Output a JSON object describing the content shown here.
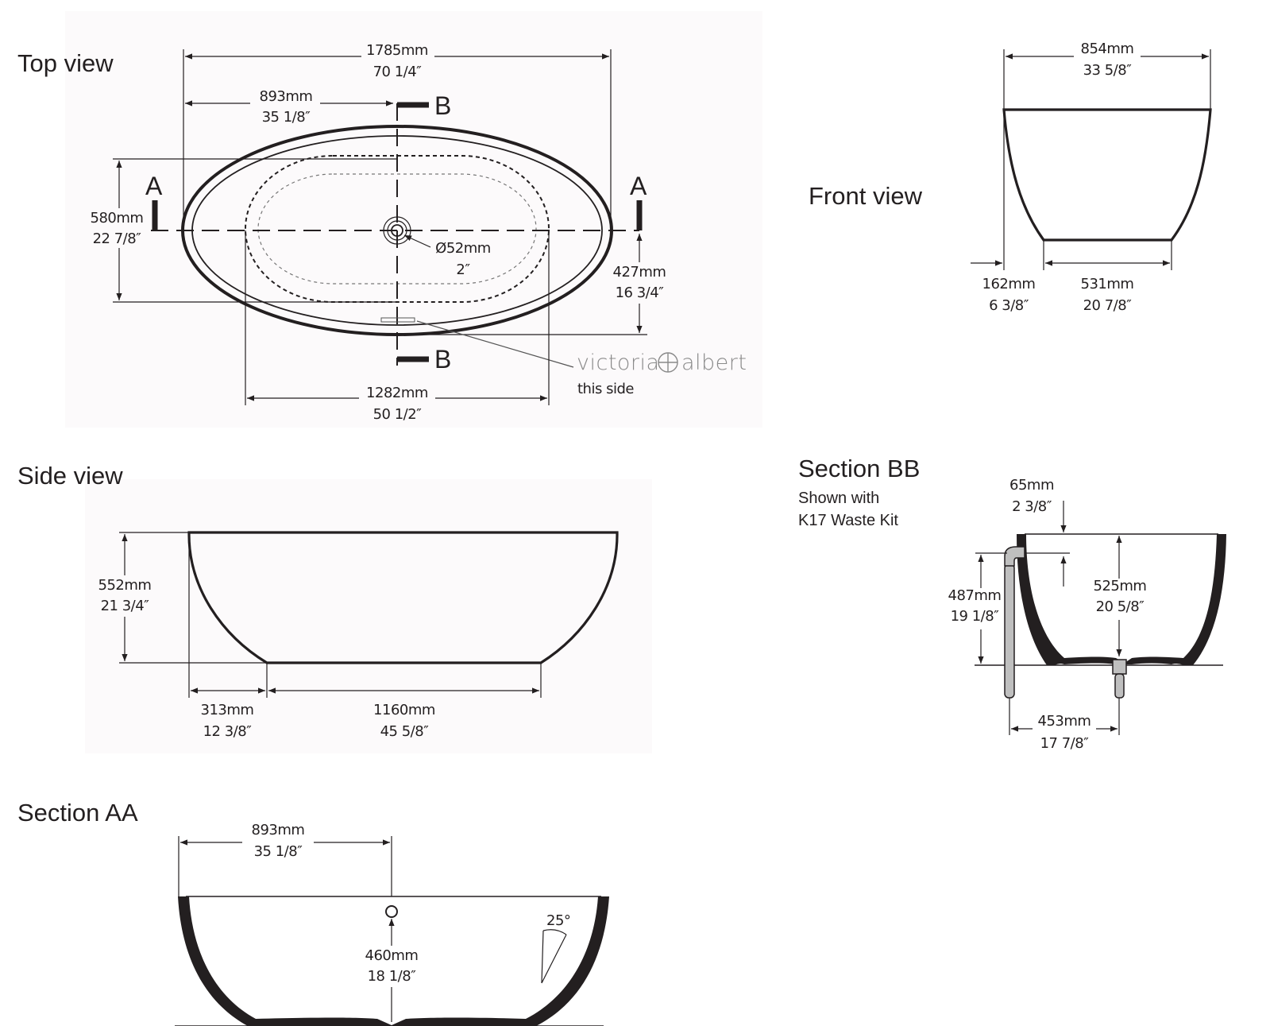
{
  "headings": {
    "top_view": "Top view",
    "front_view": "Front view",
    "side_view": "Side view",
    "section_bb": "Section BB",
    "section_bb_note_1": "Shown with",
    "section_bb_note_2": "K17 Waste Kit",
    "section_aa": "Section AA"
  },
  "top_view": {
    "overall_length": {
      "mm": "1785mm",
      "in": "70 1/4″"
    },
    "half_length": {
      "mm": "893mm",
      "in": "35 1/8″"
    },
    "width": {
      "mm": "580mm",
      "in": "22 7/8″"
    },
    "waste": {
      "mm": "Ø52mm",
      "in": "2″"
    },
    "waste_offset": {
      "mm": "427mm",
      "in": "16 3/4″"
    },
    "inner_length": {
      "mm": "1282mm",
      "in": "50 1/2″"
    },
    "section_a": "A",
    "section_b": "B",
    "brand_left": "victoria",
    "brand_right": "albert",
    "brand_note": "this side"
  },
  "front_view": {
    "width": {
      "mm": "854mm",
      "in": "33 5/8″"
    },
    "overhang": {
      "mm": "162mm",
      "in": "6  3/8″"
    },
    "base": {
      "mm": "531mm",
      "in": "20 7/8″"
    }
  },
  "side_view": {
    "height": {
      "mm": "552mm",
      "in": "21 3/4″"
    },
    "overhang": {
      "mm": "313mm",
      "in": "12 3/8″"
    },
    "base": {
      "mm": "1160mm",
      "in": "45 5/8″"
    }
  },
  "section_bb": {
    "rim": {
      "mm": "65mm",
      "in": "2 3/8″"
    },
    "waste_height": {
      "mm": "487mm",
      "in": "19 1/8″"
    },
    "depth": {
      "mm": "525mm",
      "in": "20 5/8″"
    },
    "spacing": {
      "mm": "453mm",
      "in": "17 7/8″"
    }
  },
  "section_aa": {
    "half_length": {
      "mm": "893mm",
      "in": "35 1/8″"
    },
    "overflow_height": {
      "mm": "460mm",
      "in": "18 1/8″"
    },
    "angle": "25°"
  }
}
